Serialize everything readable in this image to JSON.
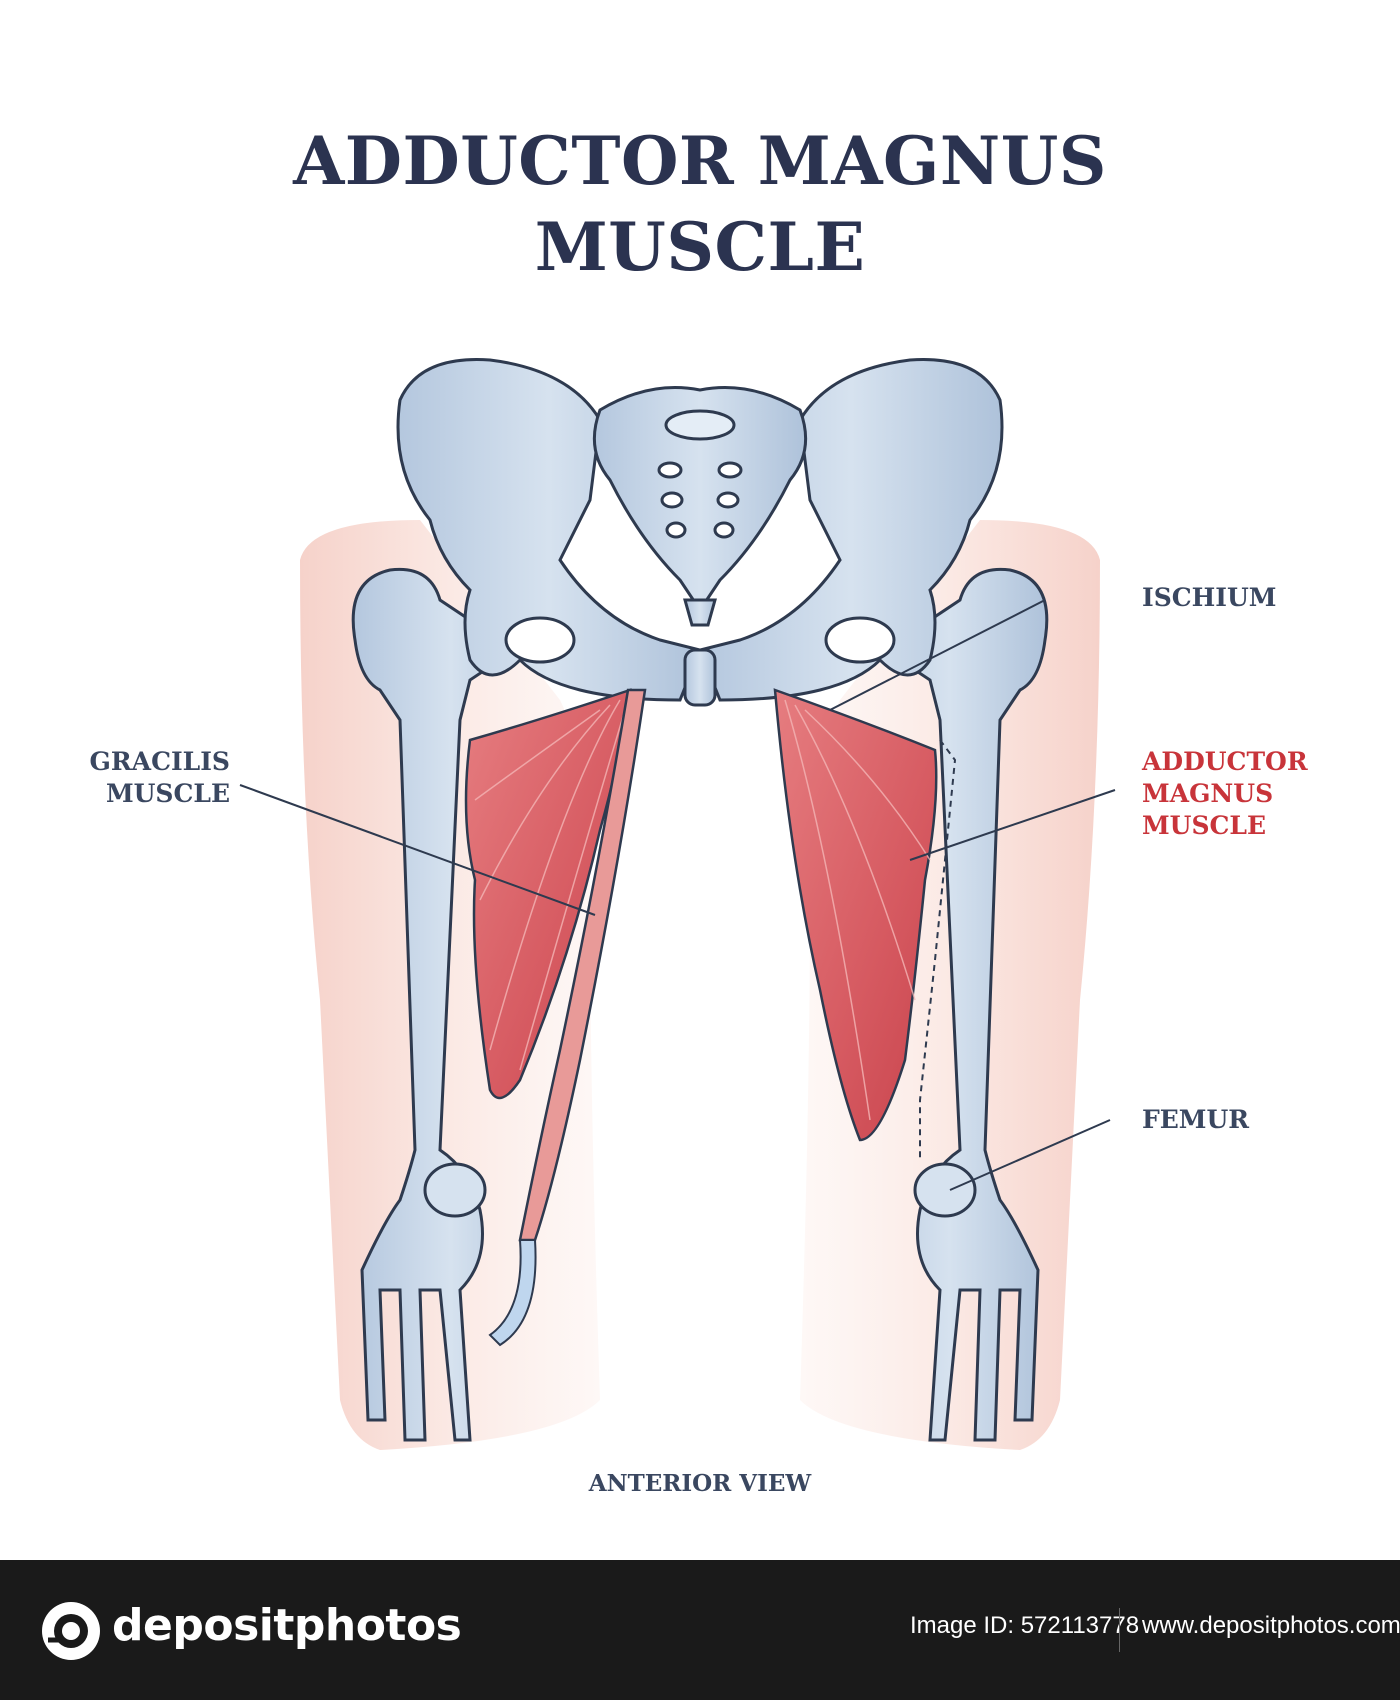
{
  "title": {
    "line1": "ADDUCTOR MAGNUS",
    "line2": "MUSCLE"
  },
  "labels": {
    "ischium": "ISCHIUM",
    "gracilis": {
      "line1": "GRACILIS",
      "line2": "MUSCLE"
    },
    "adductor": {
      "line1": "ADDUCTOR",
      "line2": "MAGNUS",
      "line3": "MUSCLE"
    },
    "femur": "FEMUR"
  },
  "view": "ANTERIOR VIEW",
  "footer": {
    "brand": "depositphotos",
    "image_id": "Image ID: 572113778",
    "site": "www.depositphotos.com",
    "logo_icon": "camera-aperture-icon"
  },
  "colors": {
    "bone": "#c7d7e8",
    "bone_outline": "#2e3a4f",
    "muscle": "#d9636a",
    "skin": "#f8dcd6",
    "title": "#2b3350",
    "label": "#3a4760",
    "highlight_label": "#c8343a"
  }
}
